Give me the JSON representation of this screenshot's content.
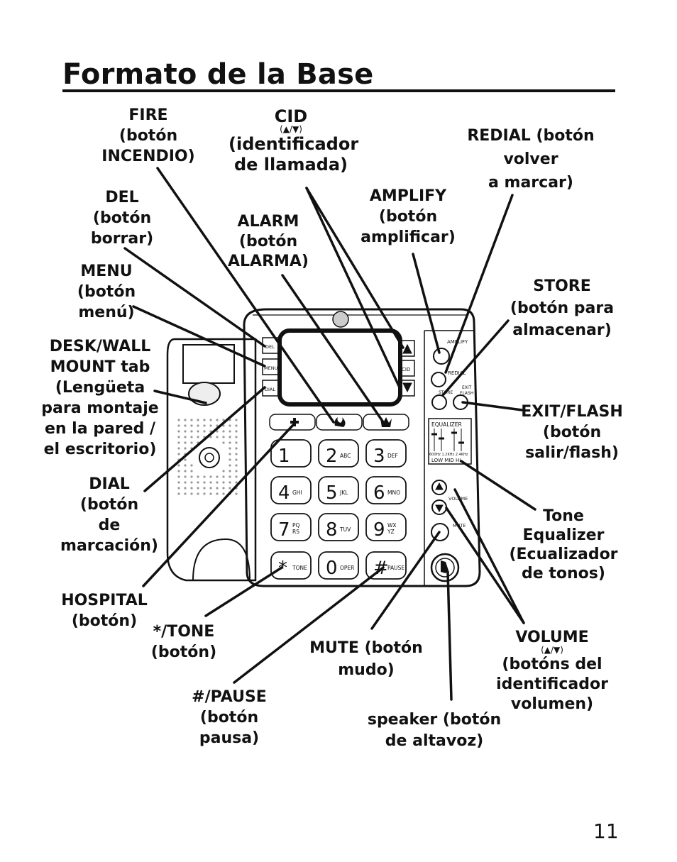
{
  "page": {
    "title": "Formato de la Base",
    "page_number": "11"
  },
  "labels": {
    "fire": "FIRE\n(botón\nINCENDIO)",
    "cid_head": "CID",
    "cid_arrows": "(▲/▼)",
    "cid_body": "(identificador\nde llamada)",
    "redial": "REDIAL (botón\nvolver\na marcar)",
    "del": "DEL\n(botón\nborrar)",
    "alarm": "ALARM\n(botón\nALARMA)",
    "amplify": "AMPLIFY\n(botón\namplificar)",
    "menu": "MENU\n(botón\nmenú)",
    "store": "STORE\n(botón para\nalmacenar)",
    "desk_wall": "DESK/WALL\nMOUNT tab\n(Lengüeta\npara montaje\nen la pared /\nel escritorio)",
    "exit_flash": "EXIT/FLASH\n(botón\nsalir/flash)",
    "dial": "DIAL\n(botón\nde\nmarcación)",
    "tone_eq": "Tone\nEqualizer\n(Ecualizador\nde tonos)",
    "hospital": "HOSPITAL\n(botón)",
    "star_tone": "*/TONE\n(botón)",
    "mute": "MUTE (botón\nmudo)",
    "volume_head": "VOLUME",
    "volume_arrows": "(▲/▼)",
    "volume_body": "(botóns del\nidentificador\nvolumen)",
    "pound_pause": "#/PAUSE\n(botón pausa)",
    "speaker": "speaker (botón\nde altavoz)"
  },
  "device": {
    "side_buttons": [
      "DEL",
      "MENU",
      "DIAL"
    ],
    "cid_label": "CID",
    "amplify": "AMPLIFY",
    "redial": "REDIAL",
    "store": "STORE",
    "exit": "EXIT",
    "flash": "FLASH",
    "equalizer": "EQUALIZER",
    "eq_freqs": "600Hz 1.2KHz 2.4KHz",
    "eq_bands": "LOW MID HI",
    "volume": "VOLUME",
    "mute": "MUTE",
    "keys": [
      {
        "digit": "1",
        "sub": ""
      },
      {
        "digit": "2",
        "sub": "ABC"
      },
      {
        "digit": "3",
        "sub": "DEF"
      },
      {
        "digit": "4",
        "sub": "GHI"
      },
      {
        "digit": "5",
        "sub": "JKL"
      },
      {
        "digit": "6",
        "sub": "MNO"
      },
      {
        "digit": "7",
        "sub": "PQ RS"
      },
      {
        "digit": "8",
        "sub": "TUV"
      },
      {
        "digit": "9",
        "sub": "WX YZ"
      },
      {
        "digit": "*",
        "sub": "TONE"
      },
      {
        "digit": "0",
        "sub": "OPER"
      },
      {
        "digit": "#",
        "sub": "PAUSE"
      }
    ]
  }
}
